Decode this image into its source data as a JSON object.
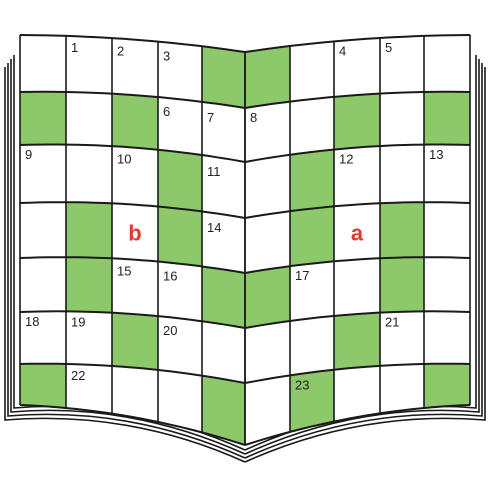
{
  "puzzle": {
    "colors": {
      "green": "#8dc96a",
      "white": "#ffffff",
      "grid": "#1a1a1a",
      "marker": "#e23b2e",
      "number": "#222222"
    },
    "grid": {
      "rows": 7,
      "columns_per_page": 5,
      "shaded_cells": {
        "left": [
          [
            0,
            4
          ],
          [
            1,
            0
          ],
          [
            1,
            2
          ],
          [
            2,
            3
          ],
          [
            3,
            1
          ],
          [
            3,
            3
          ],
          [
            4,
            1
          ],
          [
            4,
            4
          ],
          [
            5,
            2
          ],
          [
            6,
            0
          ],
          [
            6,
            4
          ]
        ],
        "right": [
          [
            0,
            0
          ],
          [
            1,
            2
          ],
          [
            1,
            4
          ],
          [
            2,
            1
          ],
          [
            3,
            1
          ],
          [
            3,
            3
          ],
          [
            4,
            0
          ],
          [
            4,
            3
          ],
          [
            5,
            2
          ],
          [
            6,
            1
          ],
          [
            6,
            4
          ]
        ]
      }
    },
    "clue_numbers": [
      {
        "page": "left",
        "row": 0,
        "col": 1,
        "text": "1"
      },
      {
        "page": "left",
        "row": 0,
        "col": 2,
        "text": "2"
      },
      {
        "page": "left",
        "row": 0,
        "col": 3,
        "text": "3"
      },
      {
        "page": "right",
        "row": 0,
        "col": 2,
        "text": "4"
      },
      {
        "page": "right",
        "row": 0,
        "col": 3,
        "text": "5"
      },
      {
        "page": "left",
        "row": 1,
        "col": 3,
        "text": "6"
      },
      {
        "page": "left",
        "row": 1,
        "col": 4,
        "text": "7"
      },
      {
        "page": "right",
        "row": 1,
        "col": 0,
        "text": "8"
      },
      {
        "page": "left",
        "row": 2,
        "col": 0,
        "text": "9"
      },
      {
        "page": "left",
        "row": 2,
        "col": 2,
        "text": "10"
      },
      {
        "page": "left",
        "row": 2,
        "col": 4,
        "text": "11"
      },
      {
        "page": "right",
        "row": 2,
        "col": 2,
        "text": "12"
      },
      {
        "page": "right",
        "row": 2,
        "col": 4,
        "text": "13"
      },
      {
        "page": "left",
        "row": 3,
        "col": 4,
        "text": "14"
      },
      {
        "page": "left",
        "row": 4,
        "col": 2,
        "text": "15"
      },
      {
        "page": "left",
        "row": 4,
        "col": 3,
        "text": "16"
      },
      {
        "page": "right",
        "row": 4,
        "col": 1,
        "text": "17"
      },
      {
        "page": "left",
        "row": 5,
        "col": 0,
        "text": "18"
      },
      {
        "page": "left",
        "row": 5,
        "col": 1,
        "text": "19"
      },
      {
        "page": "left",
        "row": 5,
        "col": 3,
        "text": "20"
      },
      {
        "page": "right",
        "row": 5,
        "col": 3,
        "text": "21"
      },
      {
        "page": "left",
        "row": 6,
        "col": 1,
        "text": "22"
      },
      {
        "page": "right",
        "row": 6,
        "col": 1,
        "text": "23"
      }
    ],
    "markers": [
      {
        "page": "left",
        "row": 3,
        "col": 2,
        "text": "b"
      },
      {
        "page": "right",
        "row": 3,
        "col": 2,
        "text": "a"
      }
    ]
  }
}
